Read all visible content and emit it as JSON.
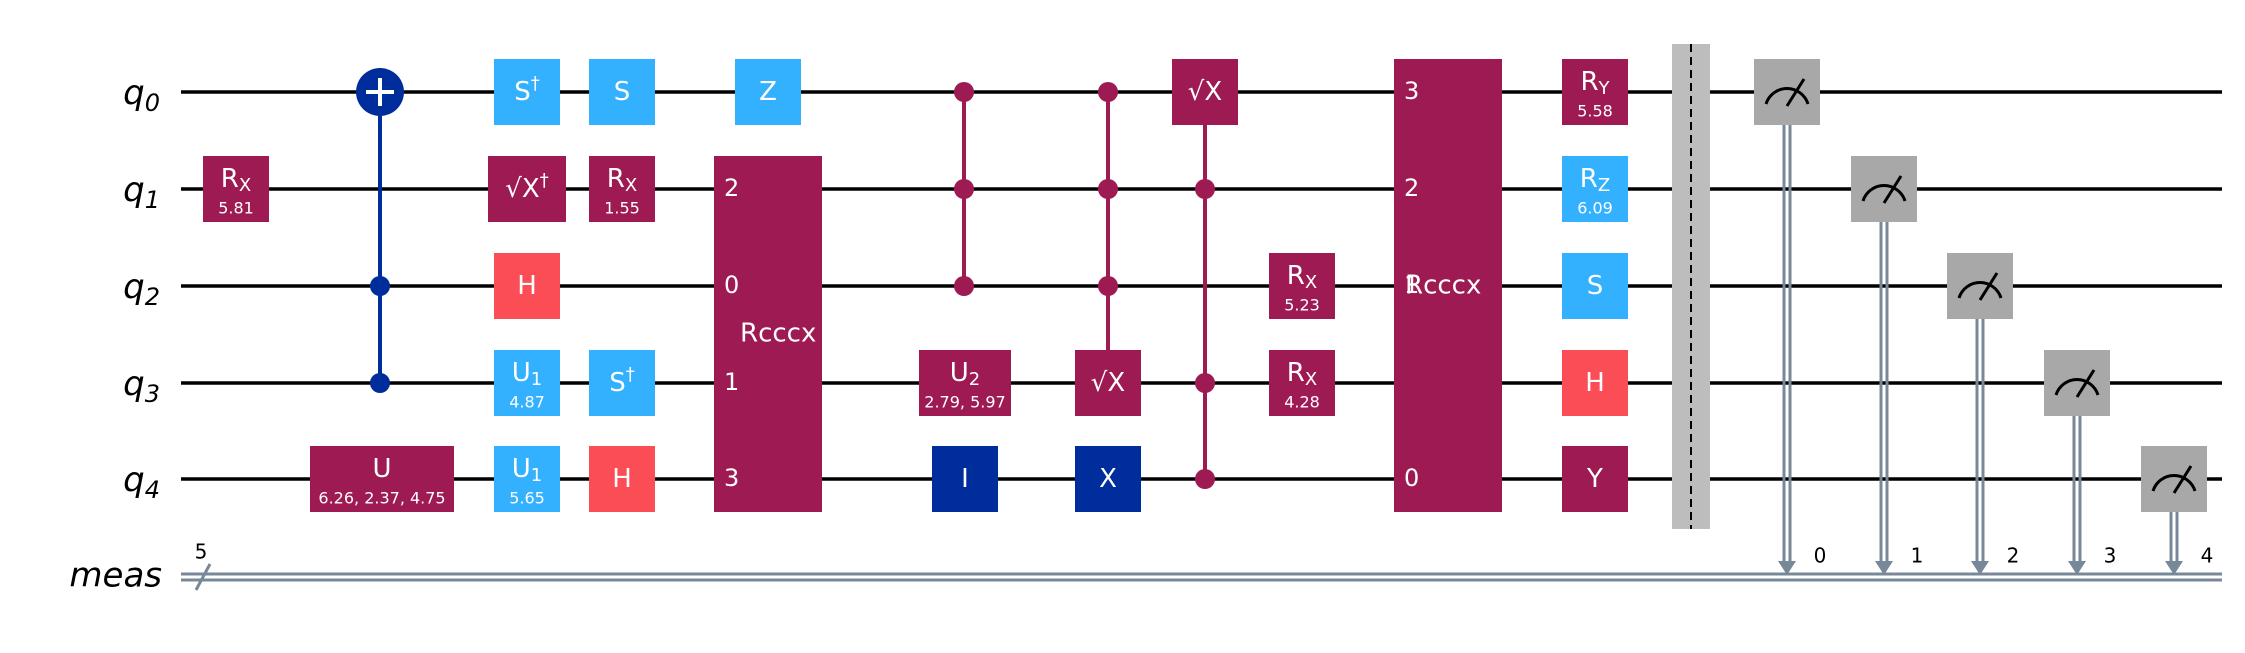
{
  "circuit": {
    "qubits": [
      {
        "name": "q",
        "index": "0"
      },
      {
        "name": "q",
        "index": "1"
      },
      {
        "name": "q",
        "index": "2"
      },
      {
        "name": "q",
        "index": "3"
      },
      {
        "name": "q",
        "index": "4"
      }
    ],
    "classical": {
      "name": "meas",
      "width": "5"
    },
    "colors": {
      "pauli": "#9e1a52",
      "clifford": "#33b1ff",
      "hadamard": "#fa4d56",
      "identity": "#002d9c",
      "measure": "#a8a8a8",
      "barrier": "#bdbdbd",
      "classical_wire": "#778899"
    },
    "gates": [
      {
        "type": "gate",
        "label": "R",
        "sub": "X",
        "param": "5.81",
        "color": "pauli"
      },
      {
        "type": "control",
        "label": "",
        "sub": "",
        "param": "",
        "color": "identity"
      },
      {
        "type": "gate",
        "label": "U",
        "sub": "",
        "param": "6.26, 2.37, 4.75",
        "color": "pauli"
      },
      {
        "type": "gate",
        "label": "S",
        "sup": "†",
        "color": "clifford"
      },
      {
        "type": "gate",
        "label": "√X",
        "sup": "†",
        "color": "pauli"
      },
      {
        "type": "gate",
        "label": "H",
        "color": "hadamard"
      },
      {
        "type": "gate",
        "label": "U",
        "sub": "1",
        "param": "4.87",
        "color": "clifford"
      },
      {
        "type": "gate",
        "label": "U",
        "sub": "1",
        "param": "5.65",
        "color": "clifford"
      },
      {
        "type": "gate",
        "label": "S",
        "color": "clifford"
      },
      {
        "type": "gate",
        "label": "R",
        "sub": "X",
        "param": "1.55",
        "color": "pauli"
      },
      {
        "type": "gate",
        "label": "S",
        "sup": "†",
        "color": "clifford"
      },
      {
        "type": "gate",
        "label": "H",
        "color": "hadamard"
      },
      {
        "type": "gate",
        "label": "Z",
        "color": "clifford"
      },
      {
        "type": "multi",
        "label": "Rcccx",
        "pins": [
          "2",
          "0",
          "1",
          "3"
        ],
        "color": "pauli"
      },
      {
        "type": "gate",
        "label": "U",
        "sub": "2",
        "param": "2.79, 5.97",
        "color": "pauli"
      },
      {
        "type": "gate",
        "label": "I",
        "color": "identity"
      },
      {
        "type": "cz",
        "label": "",
        "color": "pauli"
      },
      {
        "type": "gate",
        "label": "√X",
        "color": "pauli"
      },
      {
        "type": "gate",
        "label": "X",
        "color": "identity"
      },
      {
        "type": "gate",
        "label": "√X",
        "color": "pauli"
      },
      {
        "type": "gate",
        "label": "R",
        "sub": "X",
        "param": "5.23",
        "color": "pauli"
      },
      {
        "type": "gate",
        "label": "R",
        "sub": "X",
        "param": "4.28",
        "color": "pauli"
      },
      {
        "type": "multi",
        "label": "Rcccx",
        "pins": [
          "3",
          "2",
          "1",
          "0"
        ],
        "color": "pauli"
      },
      {
        "type": "gate",
        "label": "R",
        "sub": "Y",
        "param": "5.58",
        "color": "pauli"
      },
      {
        "type": "gate",
        "label": "R",
        "sub": "Z",
        "param": "6.09",
        "color": "clifford"
      },
      {
        "type": "gate",
        "label": "S",
        "color": "clifford"
      },
      {
        "type": "gate",
        "label": "H",
        "color": "hadamard"
      },
      {
        "type": "gate",
        "label": "Y",
        "color": "pauli"
      }
    ],
    "measure_bits": [
      "0",
      "1",
      "2",
      "3",
      "4"
    ]
  }
}
